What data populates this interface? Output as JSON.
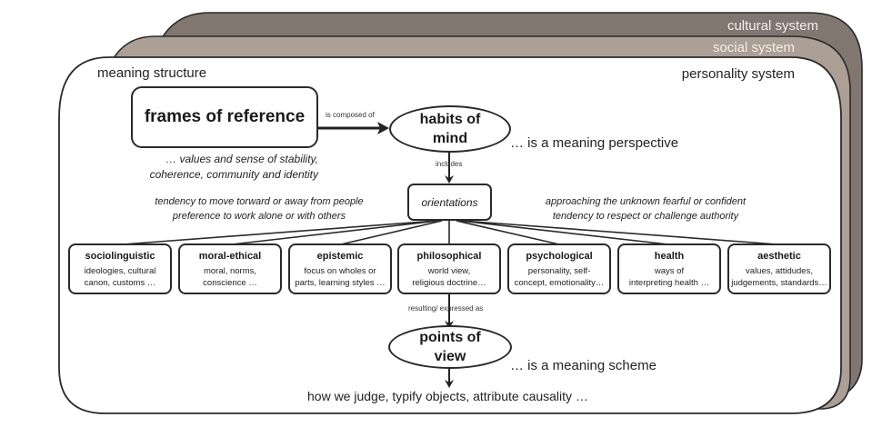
{
  "layers": {
    "cultural": "cultural system",
    "social": "social system",
    "personality": "personality system",
    "meaning_structure": "meaning structure",
    "colors": {
      "cultural": "#817770",
      "social": "#ab9f96",
      "personality": "#ffffff",
      "stroke": "#2a2a2a"
    }
  },
  "frames": {
    "title": "frames of reference",
    "desc_line1": "… values and sense of stability,",
    "desc_line2": "coherence, community and identity"
  },
  "edges": {
    "composed": "is composed of",
    "includes": "includes",
    "resulting": "resulting/ expressed as"
  },
  "habits": {
    "line1": "habits of",
    "line2": "mind",
    "note": "… is a meaning perspective"
  },
  "orientations": {
    "label": "orientations",
    "left_line1": "tendency to move torward or away from people",
    "left_line2": "preference to work alone or with others",
    "right_line1": "approaching the unknown fearful or confident",
    "right_line2": "tendency to respect or challenge authority"
  },
  "categories": [
    {
      "title": "sociolinguistic",
      "line1": "ideologies, cultural",
      "line2": "canon, customs …"
    },
    {
      "title": "moral-ethical",
      "line1": "moral, norms,",
      "line2": "conscience …"
    },
    {
      "title": "epistemic",
      "line1": "focus on wholes or",
      "line2": "parts, learning styles …"
    },
    {
      "title": "philosophical",
      "line1": "world view,",
      "line2": "religious doctrine…"
    },
    {
      "title": "psychological",
      "line1": "personality, self-",
      "line2": "concept, emotionality…"
    },
    {
      "title": "health",
      "line1": "ways of",
      "line2": "interpreting health …"
    },
    {
      "title": "aesthetic",
      "line1": "values, attidudes,",
      "line2": "judgements, standards…"
    }
  ],
  "points": {
    "line1": "points of",
    "line2": "view",
    "note": "… is a meaning scheme",
    "result": "how we judge, typify objects, attribute causality …"
  }
}
